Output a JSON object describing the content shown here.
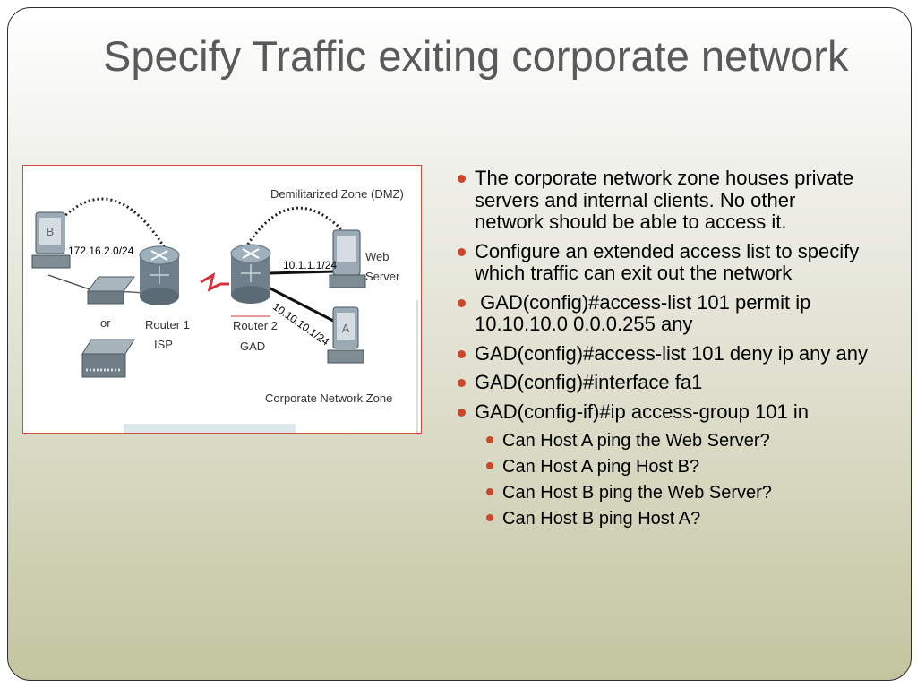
{
  "title": "Specify Traffic exiting corporate network",
  "diagram": {
    "labels": {
      "dmz": "Demilitarized Zone (DMZ)",
      "web_server_line1": "Web",
      "web_server_line2": "Server",
      "host_b": "B",
      "host_a": "A",
      "or": "or",
      "router1_line1": "Router 1",
      "router1_line2": "ISP",
      "router2_line1": "Router 2",
      "router2_line2": "GAD",
      "corporate_zone": "Corporate Network Zone"
    },
    "ip_labels": [
      "172.16.2.0/24",
      "10.1.1.1/24",
      "10.10.10.1/24"
    ],
    "colors": {
      "serial_link": "#d8303a",
      "frame_border": "#d7493a",
      "bullet": "#c9482b"
    }
  },
  "bullets": [
    {
      "level": 1,
      "text": "The corporate network zone houses private servers and internal clients. No other network should be able to access it."
    },
    {
      "level": 1,
      "text": "Configure an extended access list to specify which traffic can exit out the network"
    },
    {
      "level": 1,
      "text": " GAD(config)#access-list 101 permit ip 10.10.10.0 0.0.0.255 any"
    },
    {
      "level": 1,
      "text": "GAD(config)#access-list 101 deny ip any any"
    },
    {
      "level": 1,
      "text": "GAD(config)#interface fa1"
    },
    {
      "level": 1,
      "text": "GAD(config-if)#ip access-group 101 in"
    },
    {
      "level": 2,
      "text": "Can Host A ping the Web Server?"
    },
    {
      "level": 2,
      "text": "Can Host A ping Host B?"
    },
    {
      "level": 2,
      "text": "Can Host B ping the Web Server?"
    },
    {
      "level": 2,
      "text": "Can Host B ping Host A?"
    }
  ]
}
